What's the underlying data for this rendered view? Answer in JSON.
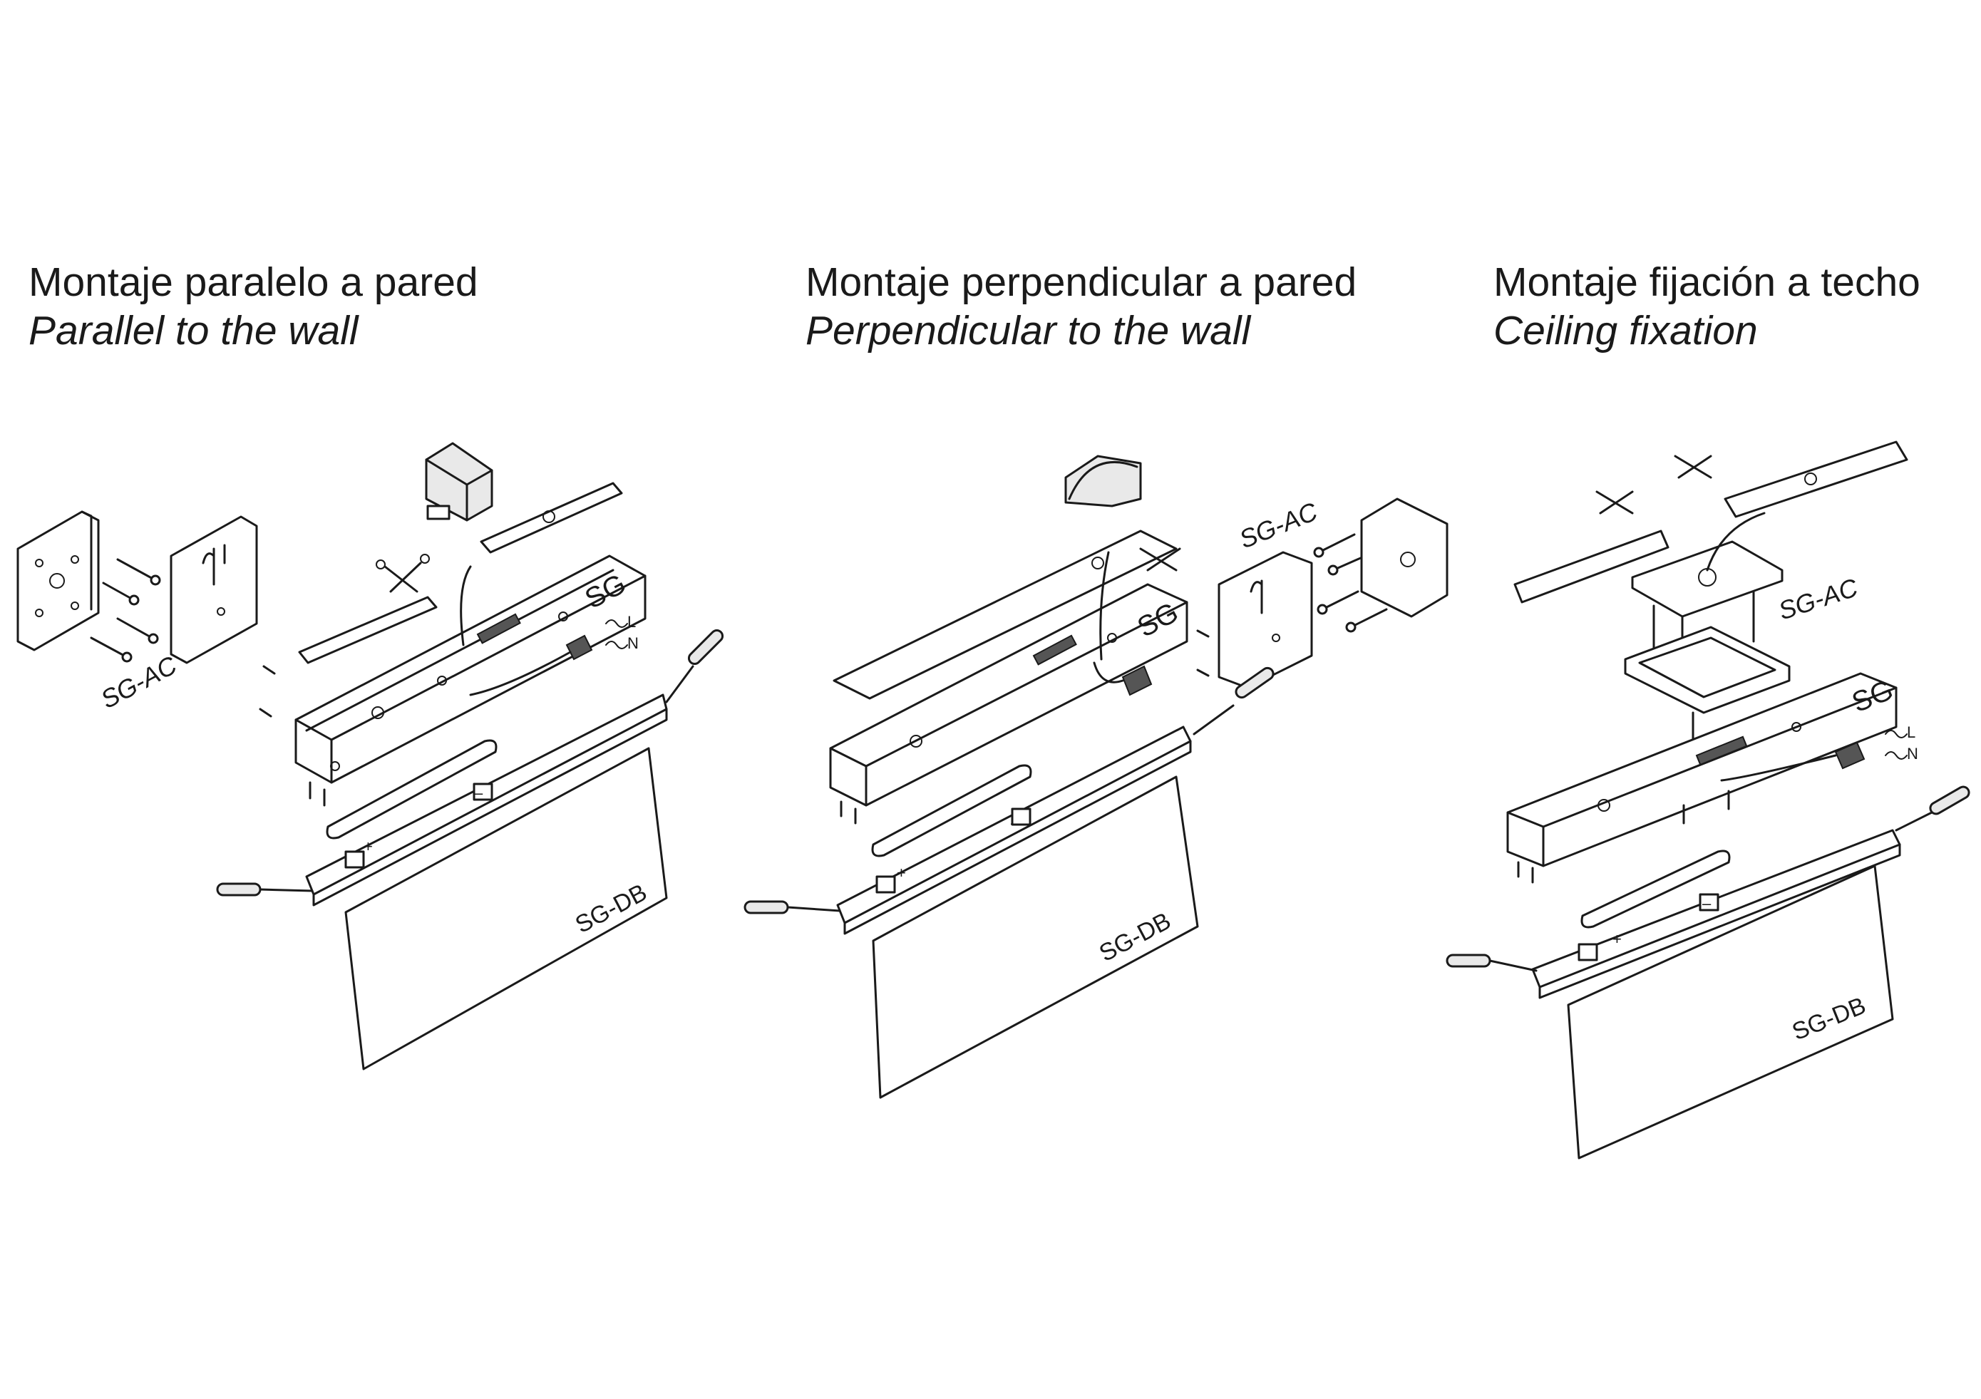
{
  "panels": [
    {
      "title_es": "Montaje paralelo a pared",
      "title_en": "Parallel to the wall",
      "labels": {
        "body": "SG",
        "accessory": "SG-AC",
        "panel": "SG-DB",
        "live": "L",
        "neutral": "N",
        "plus": "+",
        "minus": "–"
      }
    },
    {
      "title_es": "Montaje perpendicular a pared",
      "title_en": "Perpendicular to the wall",
      "labels": {
        "body": "SG",
        "accessory": "SG-AC",
        "panel": "SG-DB",
        "plus": "+",
        "minus": "–"
      }
    },
    {
      "title_es": "Montaje fijación a techo",
      "title_en": "Ceiling fixation",
      "labels": {
        "body": "SG",
        "accessory": "SG-AC",
        "panel": "SG-DB",
        "live": "L",
        "neutral": "N",
        "plus": "+",
        "minus": "–"
      }
    }
  ],
  "colors": {
    "line": "#1a1a1a",
    "background": "#ffffff",
    "fill": "#e9e9e9"
  }
}
